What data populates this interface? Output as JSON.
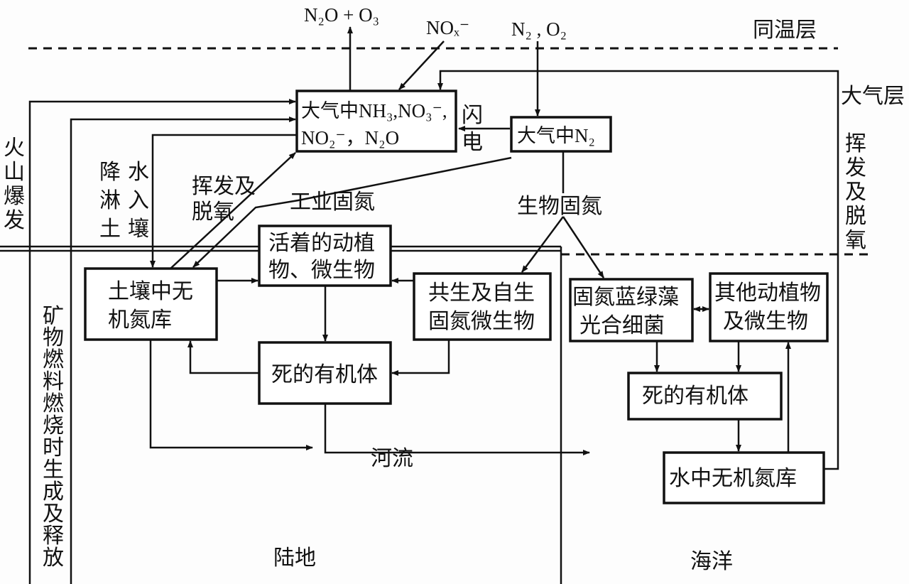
{
  "title": "氮循环示意图",
  "atmosphere": {
    "stratosphere_label": "同温层",
    "atmosphere_label": "大气层",
    "n2o_o3": "N₂O + O₃",
    "nox": "NOₓ⁻",
    "n2_o2": "N₂ , O₂",
    "atm_compounds_line1": "大气中NH₃,NO₃⁻,",
    "atm_compounds_line2": "NO₂⁻，N₂O",
    "lightning": [
      "闪",
      "电"
    ],
    "atm_n2": "大气中N₂"
  },
  "labels": {
    "volcano": [
      "火",
      "山",
      "爆",
      "发"
    ],
    "precip_col1": [
      "降",
      "淋",
      "土"
    ],
    "precip_col2": [
      "水",
      "入",
      "壤"
    ],
    "volatilize_land_1": "挥发及",
    "volatilize_land_2": "脱氧",
    "industrial_fixation": "工业固氮",
    "biological_fixation": "生物固氮",
    "fossil_fuel": [
      "矿",
      "物",
      "燃",
      "料",
      "燃",
      "烧",
      "时",
      "生",
      "成",
      "及",
      "释",
      "放"
    ],
    "volatilize_ocean": [
      "挥",
      "发",
      "及",
      "脱",
      "氧"
    ],
    "river": "河流",
    "land": "陆地",
    "ocean": "海洋"
  },
  "land": {
    "soil_line1": "土壤中无",
    "soil_line2": "机氮库",
    "living_line1": "活着的动植",
    "living_line2": "物、微生物",
    "symbiotic_line1": "共生及自生",
    "symbiotic_line2": "固氮微生物",
    "dead": "死的有机体"
  },
  "sea": {
    "algae_line1": "固氮蓝绿藻",
    "algae_line2": "光合细菌",
    "other_line1": "其他动植物",
    "other_line2": "及微生物",
    "dead": "死的有机体",
    "water_pool": "水中无机氮库"
  }
}
